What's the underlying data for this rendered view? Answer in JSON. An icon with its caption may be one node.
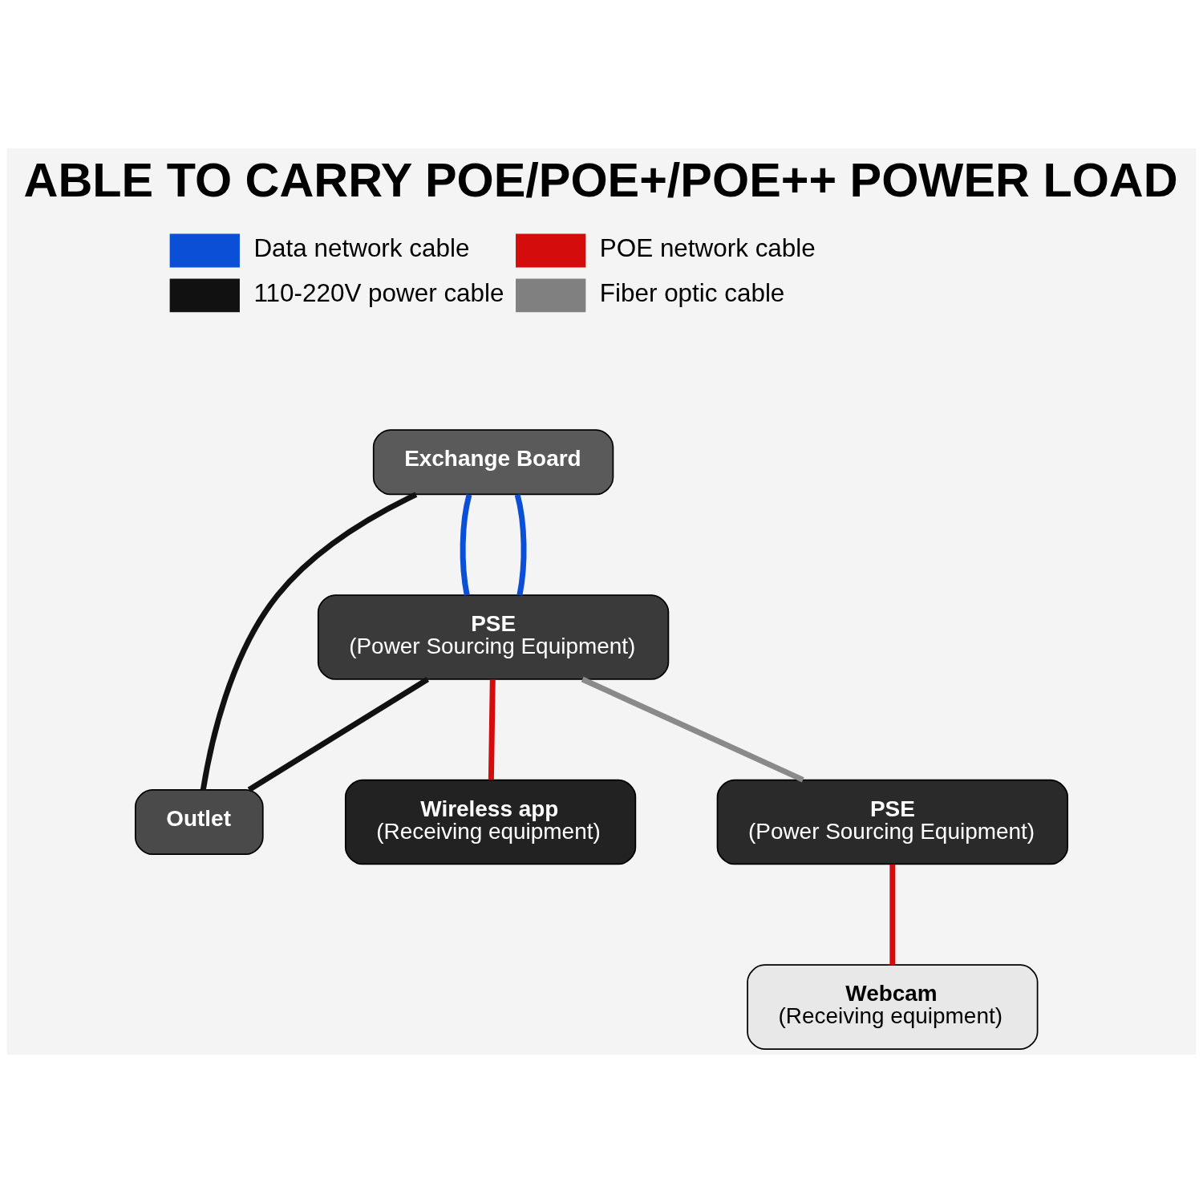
{
  "diagram": {
    "title": "ABLE TO CARRY POE/POE+/POE++ POWER LOAD",
    "nodes": [
      {
        "text": [
          "Exchange Board"
        ]
      },
      {
        "text": [
          "PSE",
          "(Power Sourcing Equipment)"
        ]
      },
      {
        "text": [
          "Outlet"
        ]
      },
      {
        "text": [
          "Wireless app",
          "(Receiving equipment)"
        ]
      },
      {
        "text": [
          "Webcam",
          "(Receiving equipment)"
        ]
      },
      {
        "text": [
          "PSE",
          "(Power Sourcing Equipment)"
        ]
      }
    ],
    "edges": [
      {
        "from": 0,
        "to": 1,
        "arrow": "none",
        "color": "#0a4fd6"
      },
      {
        "from": 0,
        "to": 1,
        "arrow": "none",
        "color": "#0a4fd6"
      },
      {
        "from": 0,
        "to": 2,
        "arrow": "none",
        "color": "#111111"
      },
      {
        "from": 1,
        "to": 2,
        "arrow": "none",
        "color": "#111111"
      },
      {
        "from": 1,
        "to": 3,
        "arrow": "none",
        "color": "#d40c0c"
      },
      {
        "from": 1,
        "to": 5,
        "arrow": "none",
        "color": "#8a8a8a"
      },
      {
        "from": 5,
        "to": 4,
        "arrow": "none",
        "color": "#d40c0c"
      }
    ],
    "legend": [
      {
        "text": "Data network cable",
        "color": "#0a4fd6"
      },
      {
        "text": "POE network cable",
        "color": "#d40c0c"
      },
      {
        "text": "110-220V power cable",
        "color": "#111111"
      },
      {
        "text": "Fiber optic cable",
        "color": "#808080"
      }
    ]
  }
}
